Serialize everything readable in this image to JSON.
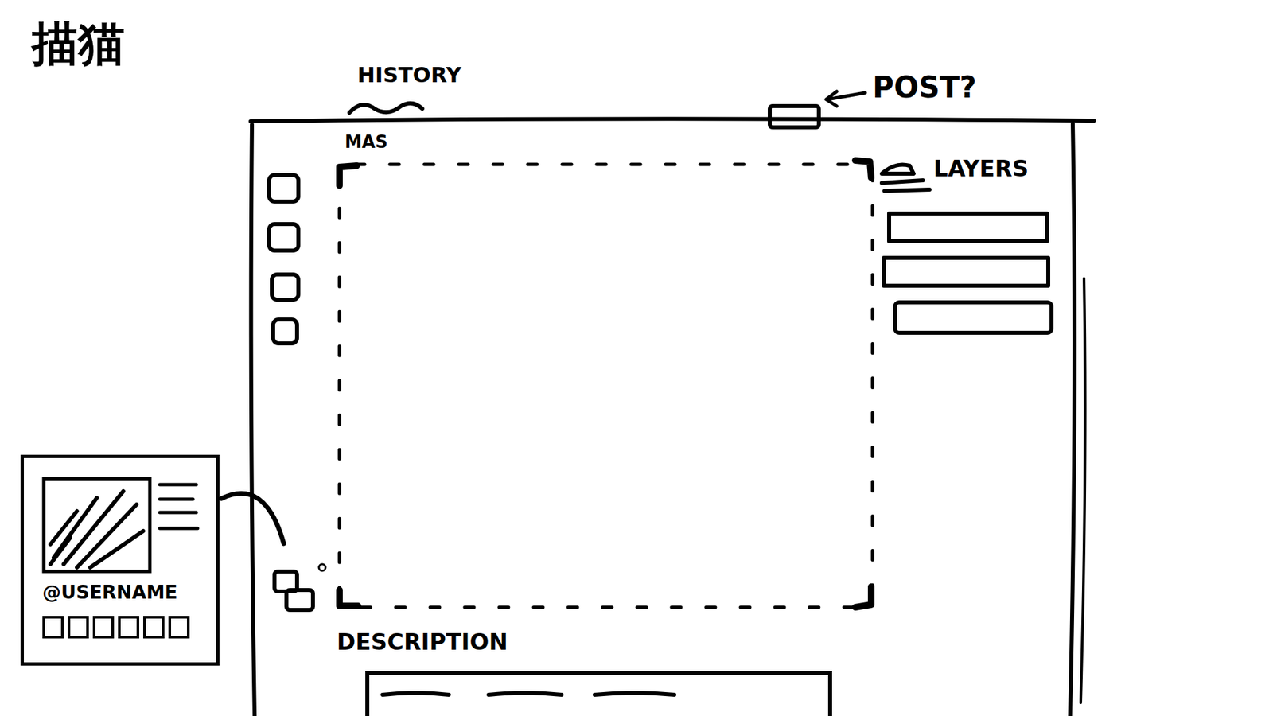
{
  "diagram": {
    "title": "描猫",
    "nodes": [
      {
        "text": [
          "@USERNAME"
        ]
      },
      {
        "text": [
          "DESCRIPTION"
        ]
      }
    ],
    "labels": [
      "HISTORY",
      "MAS",
      "POST?",
      "LAYERS"
    ]
  }
}
